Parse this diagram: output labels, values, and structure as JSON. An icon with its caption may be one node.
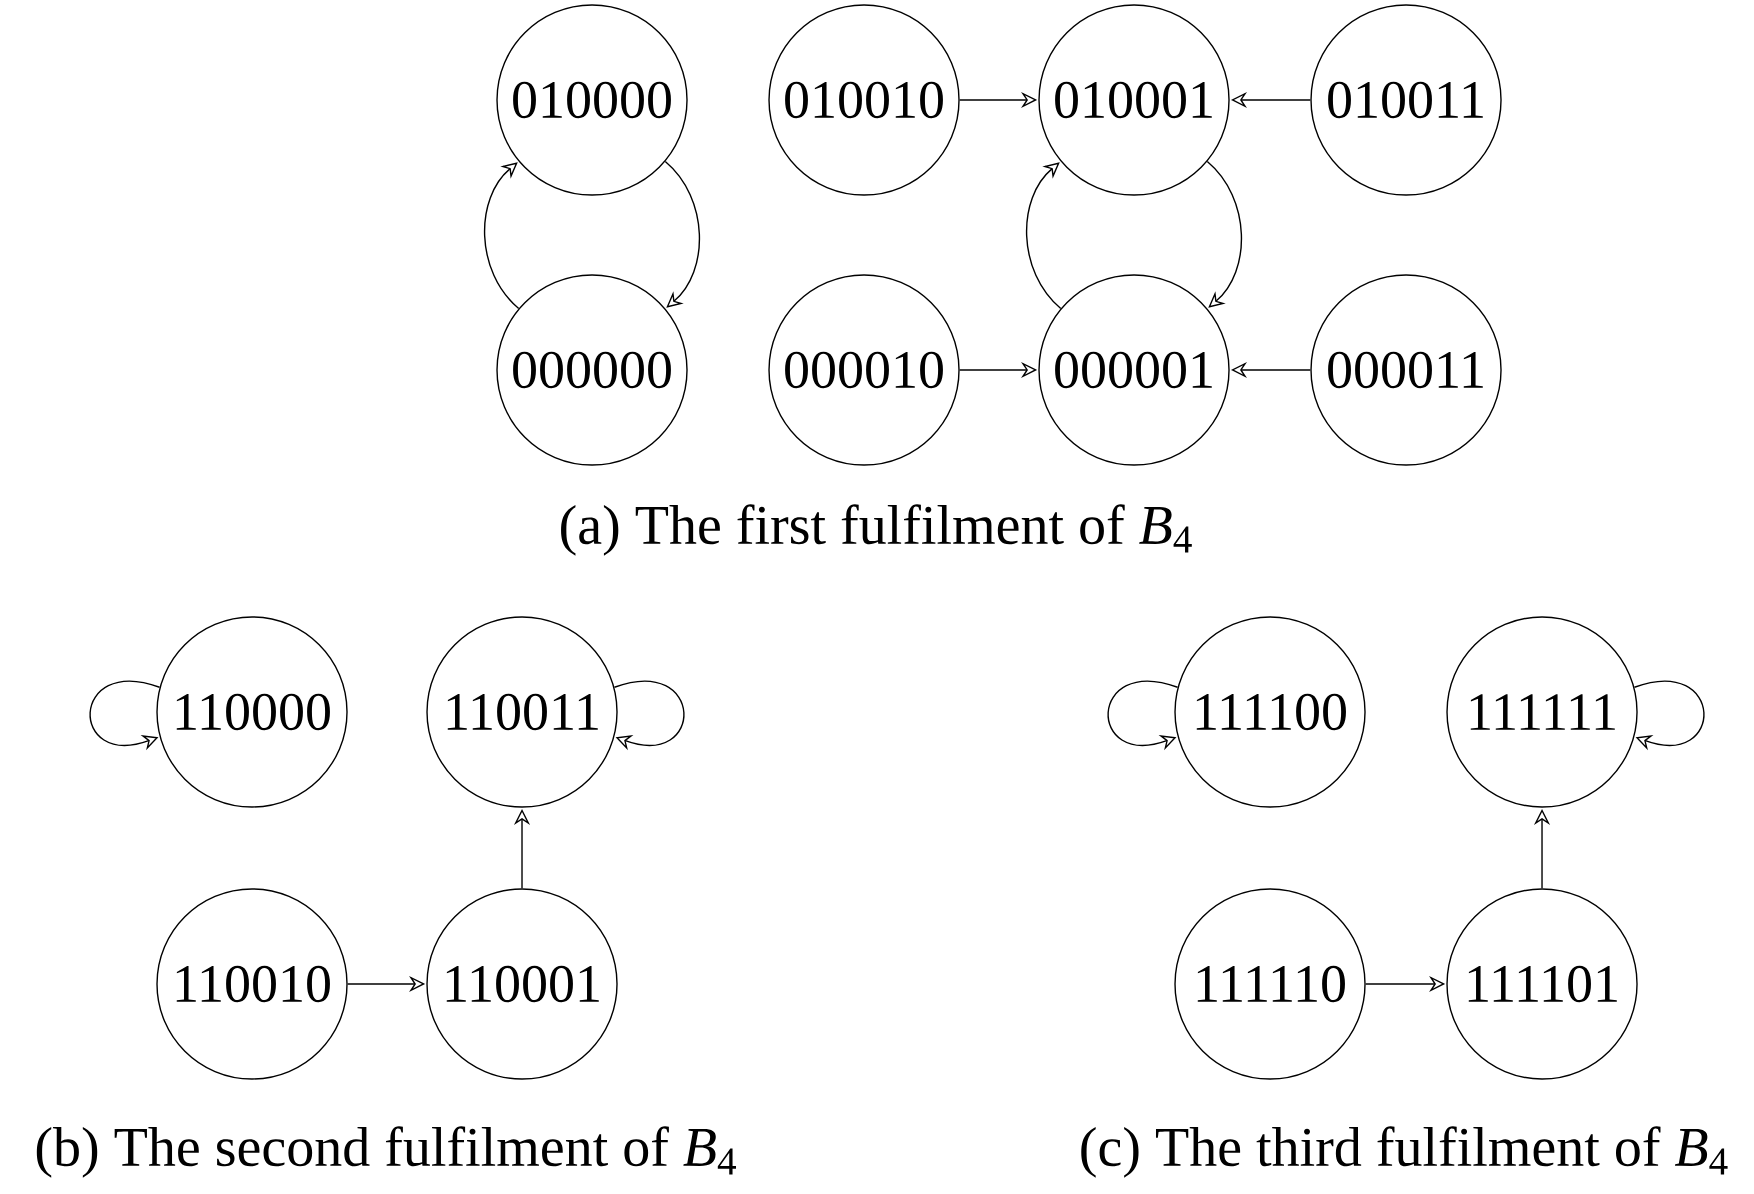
{
  "diagram": {
    "nodes": [
      {
        "text": [
          "010000"
        ]
      },
      {
        "text": [
          "010010"
        ]
      },
      {
        "text": [
          "010001"
        ]
      },
      {
        "text": [
          "010011"
        ]
      },
      {
        "text": [
          "000000"
        ]
      },
      {
        "text": [
          "000010"
        ]
      },
      {
        "text": [
          "000001"
        ]
      },
      {
        "text": [
          "000011"
        ]
      },
      {
        "text": [
          "110000"
        ]
      },
      {
        "text": [
          "110011"
        ]
      },
      {
        "text": [
          "111100"
        ]
      },
      {
        "text": [
          "111111"
        ]
      },
      {
        "text": [
          "110010"
        ]
      },
      {
        "text": [
          "110001"
        ]
      },
      {
        "text": [
          "111110"
        ]
      },
      {
        "text": [
          "111101"
        ]
      }
    ],
    "edges": [
      {
        "from": 4,
        "to": 0,
        "arrow": "to"
      },
      {
        "from": 0,
        "to": 4,
        "arrow": "to"
      },
      {
        "from": 1,
        "to": 2,
        "arrow": "to"
      },
      {
        "from": 3,
        "to": 2,
        "arrow": "to"
      },
      {
        "from": 6,
        "to": 2,
        "arrow": "to"
      },
      {
        "from": 2,
        "to": 6,
        "arrow": "to"
      },
      {
        "from": 5,
        "to": 6,
        "arrow": "to"
      },
      {
        "from": 7,
        "to": 6,
        "arrow": "to"
      },
      {
        "from": 8,
        "to": 8,
        "arrow": "to"
      },
      {
        "from": 9,
        "to": 9,
        "arrow": "to"
      },
      {
        "from": 12,
        "to": 13,
        "arrow": "to"
      },
      {
        "from": 13,
        "to": 9,
        "arrow": "to"
      },
      {
        "from": 10,
        "to": 10,
        "arrow": "to"
      },
      {
        "from": 11,
        "to": 11,
        "arrow": "to"
      },
      {
        "from": 14,
        "to": 15,
        "arrow": "to"
      },
      {
        "from": 15,
        "to": 11,
        "arrow": "to"
      }
    ],
    "labels": [
      "(a) The first fulfilment of *B*$_{4}$",
      "(b) The second fulfilment of *B*$_{4}$",
      "(c) The third fulfilment of *B*$_{4}$"
    ]
  }
}
